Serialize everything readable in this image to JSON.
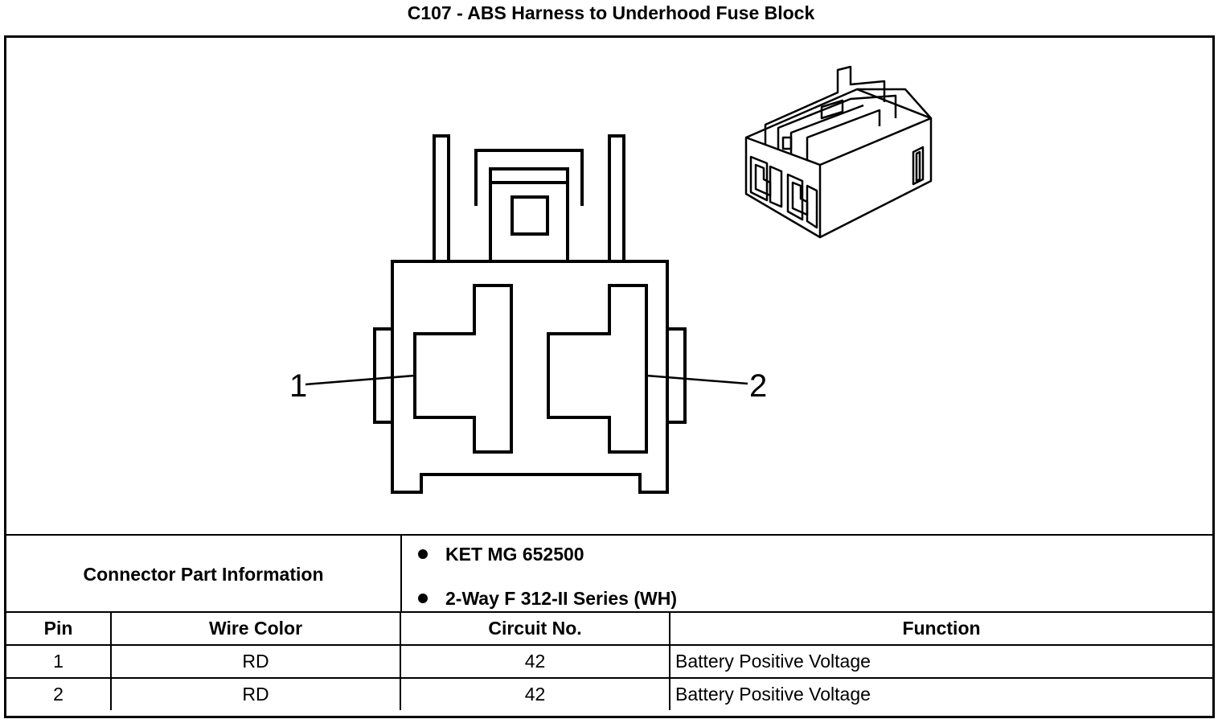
{
  "title": "C107 - ABS Harness to Underhood Fuse Block",
  "diagram": {
    "pin_labels": [
      "1",
      "2"
    ],
    "connector_face": "front-view-2-way",
    "connector_iso": "isometric-connector-view"
  },
  "part_info": {
    "label": "Connector Part Information",
    "items": [
      "KET MG 652500",
      "2-Way F 312-II Series (WH)"
    ]
  },
  "table": {
    "headers": [
      "Pin",
      "Wire Color",
      "Circuit No.",
      "Function"
    ],
    "rows": [
      [
        "1",
        "RD",
        "42",
        "Battery Positive Voltage"
      ],
      [
        "2",
        "RD",
        "42",
        "Battery Positive Voltage"
      ]
    ]
  }
}
